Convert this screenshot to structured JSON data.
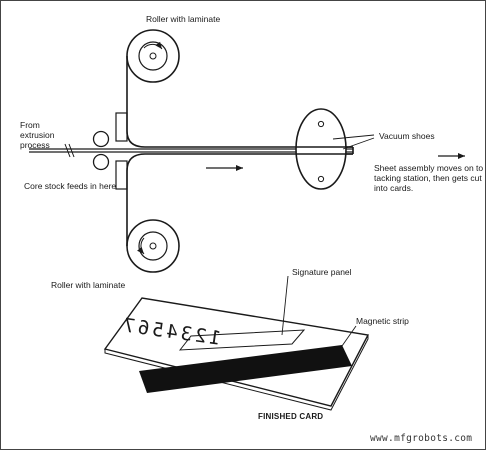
{
  "labels": {
    "roller_top": "Roller with laminate",
    "roller_bottom": "Roller with laminate",
    "from_extrusion": [
      "From",
      "extrusion",
      "process"
    ],
    "core_stock": "Core stock feeds in here",
    "vacuum_shoes": "Vacuum shoes",
    "sheet_assembly": [
      "Sheet assembly moves on to",
      "tacking station, then gets cut",
      "into cards."
    ],
    "signature_panel": "Signature panel",
    "magnetic_strip": "Magnetic strip",
    "finished_card": "FINISHED CARD",
    "card_number": "1234567"
  },
  "watermark": "www.mfgrobots.com",
  "colors": {
    "ink": "#1a1a1a",
    "stripe": "#111111",
    "background": "#ffffff"
  }
}
